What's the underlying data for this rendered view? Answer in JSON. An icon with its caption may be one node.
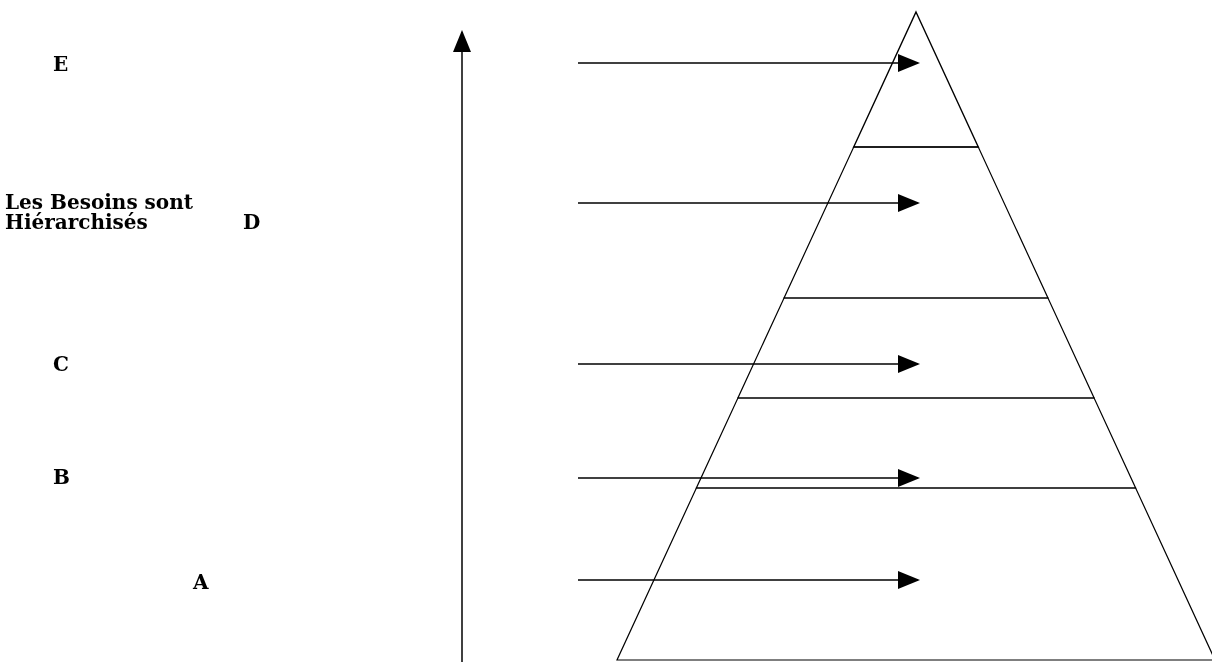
{
  "diagram": {
    "nodes": [
      {
        "text": [],
        "shape": "triangle"
      },
      {
        "text": [],
        "shape": "band"
      },
      {
        "text": [],
        "shape": "band"
      },
      {
        "text": [],
        "shape": "band"
      },
      {
        "text": [],
        "shape": "band"
      }
    ],
    "edges": [
      {
        "from": null,
        "to": 0,
        "arrow": "to"
      },
      {
        "from": null,
        "to": 1,
        "arrow": "to"
      },
      {
        "from": null,
        "to": 2,
        "arrow": "to"
      },
      {
        "from": null,
        "to": 3,
        "arrow": "to"
      },
      {
        "from": null,
        "to": 4,
        "arrow": "to"
      }
    ],
    "labels": [
      "E",
      "Les Besoins sont Hiérarchisés",
      "D",
      "C",
      "B",
      "A"
    ]
  }
}
